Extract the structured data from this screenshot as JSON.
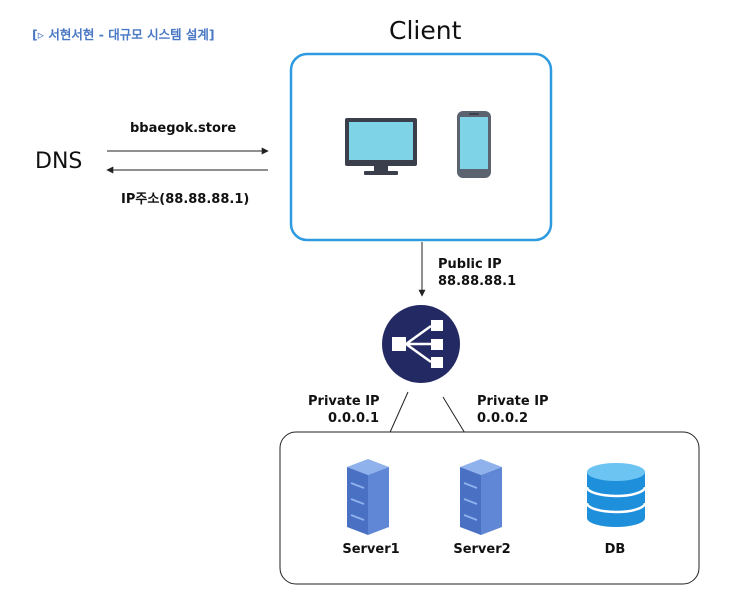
{
  "header_tag": "[▹ 서현서현 - 대규모 시스템 설계]",
  "client_title": "Client",
  "dns_label": "DNS",
  "dns_request": "bbaegok.store",
  "dns_response": "IP주소(88.88.88.1)",
  "public_ip": {
    "label": "Public IP",
    "address": "88.88.88.1"
  },
  "private_ips": [
    {
      "label": "Private IP",
      "address": "0.0.0.1"
    },
    {
      "label": "Private IP",
      "address": "0.0.0.2"
    }
  ],
  "nodes": {
    "server1": "Server1",
    "server2": "Server2",
    "db": "DB"
  },
  "icons": [
    "monitor-icon",
    "smartphone-icon",
    "load-balancer-icon",
    "server-icon",
    "database-icon"
  ],
  "colors": {
    "client_border": "#2e9be0",
    "load_balancer": "#232a63",
    "server": "#4a70c4",
    "database": "#1e8fdb",
    "header_text": "#4a78c4"
  }
}
